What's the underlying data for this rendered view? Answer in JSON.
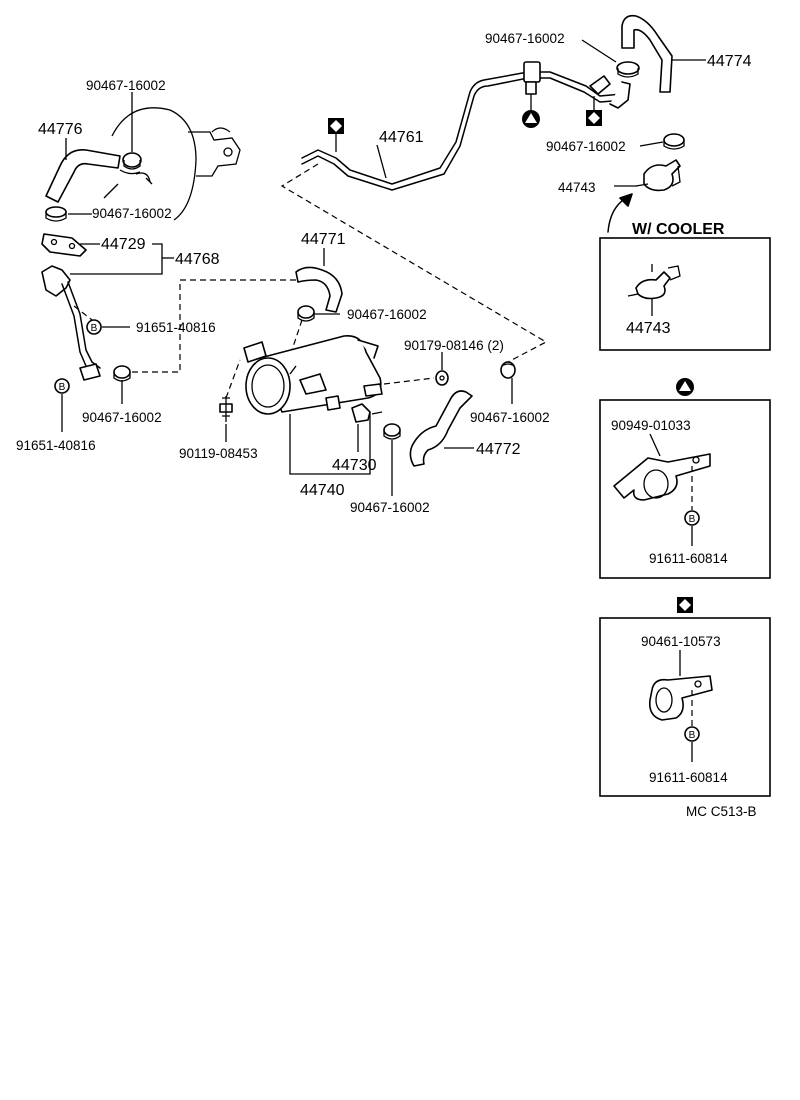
{
  "labels": {
    "p44774": "44774",
    "clip_top": "90467-16002",
    "clip_right": "90467-16002",
    "p44743": "44743",
    "p44761": "44761",
    "clip_booster": "90467-16002",
    "p44776": "44776",
    "clip_booster_lower": "90467-16002",
    "p44729": "44729",
    "p44768": "44768",
    "bolt_91651_a": "91651-40816",
    "bolt_91651_b": "91651-40816",
    "clip_bracket": "90467-16002",
    "p44771": "44771",
    "clip_tank": "90467-16002",
    "grommet": "90179-08146 (2)",
    "clip_hose_right": "90467-16002",
    "bolt_90119": "90119-08453",
    "p44730": "44730",
    "p44740": "44740",
    "clip_bottom": "90467-16002",
    "p44772": "44772"
  },
  "inset_cooler": {
    "title": "W/ COOLER",
    "part": "44743"
  },
  "inset_triangle": {
    "clamp": "90949-01033",
    "bolt": "91611-60814",
    "bolt_marker": "B"
  },
  "inset_diamond": {
    "clamp": "90461-10573",
    "bolt": "91611-60814",
    "bolt_marker": "B"
  },
  "markers": {
    "bolt": "B"
  },
  "footer": "MC  C513-B"
}
